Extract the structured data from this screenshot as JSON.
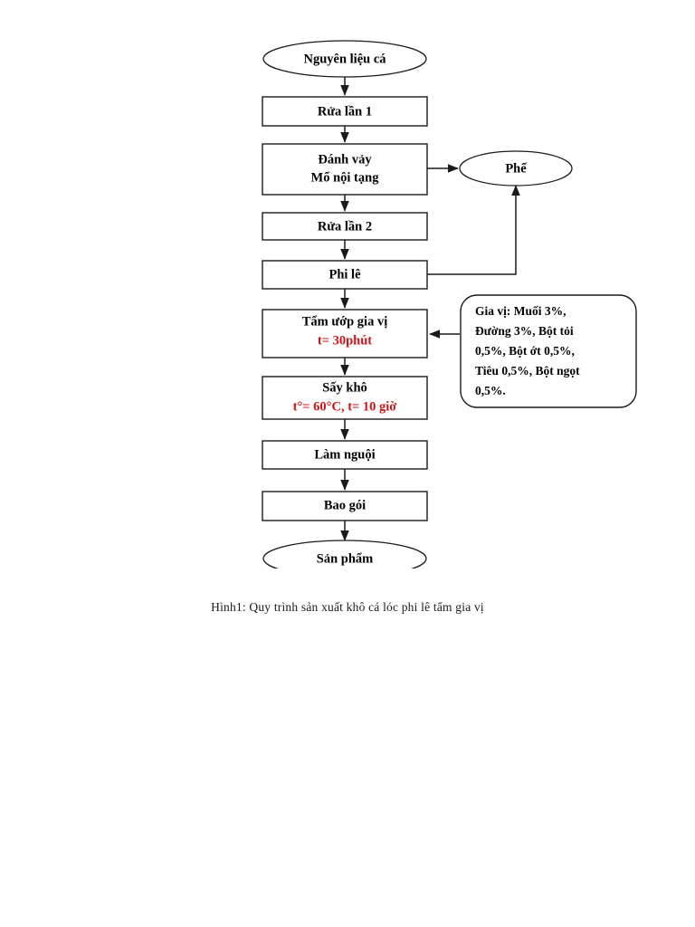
{
  "figure": {
    "caption": "Hình1: Quy trình sản xuất khô cá lóc phi lê tẩm gia vị",
    "accent_red": "#cc1414",
    "line_color": "#1a1a1a",
    "background": "#ffffff"
  },
  "chart_data": {
    "type": "diagram",
    "title": "Hình1: Quy trình sản xuất khô cá lóc phi lê tẩm gia vị",
    "nodes": [
      {
        "id": "start",
        "shape": "ellipse",
        "label": "Nguyên liệu cá"
      },
      {
        "id": "wash1",
        "shape": "rect",
        "label": "Rửa lần 1"
      },
      {
        "id": "scale",
        "shape": "rect",
        "label_line1": "Đánh vảy",
        "label_line2": "Mổ nội tạng"
      },
      {
        "id": "waste",
        "shape": "ellipse",
        "label": "Phế"
      },
      {
        "id": "wash2",
        "shape": "rect",
        "label": "Rửa lần 2"
      },
      {
        "id": "fillet",
        "shape": "rect",
        "label": "Phi lê"
      },
      {
        "id": "marinate",
        "shape": "rect",
        "label": "Tẩm ướp gia vị",
        "label_red": "t= 30phút"
      },
      {
        "id": "spices",
        "shape": "roundrect",
        "lines": [
          "Gia  vị:  Muối   3%,",
          "Đường  3%,  Bột  tỏi",
          "0,5%,  Bột  ớt  0,5%,",
          "Tiêu  0,5%,  Bột  ngọt",
          "0,5%."
        ]
      },
      {
        "id": "dry",
        "shape": "rect",
        "label": "Sấy khô",
        "label_red": "t°= 60°C, t= 10 giờ"
      },
      {
        "id": "cool",
        "shape": "rect",
        "label": "Làm nguội"
      },
      {
        "id": "pack",
        "shape": "rect",
        "label": "Bao gói"
      },
      {
        "id": "product",
        "shape": "ellipse",
        "label": "Sản phẩm"
      }
    ],
    "edges": [
      {
        "from": "start",
        "to": "wash1",
        "style": "arrow-down"
      },
      {
        "from": "wash1",
        "to": "scale",
        "style": "arrow-down"
      },
      {
        "from": "scale",
        "to": "waste",
        "style": "arrow-right"
      },
      {
        "from": "scale",
        "to": "wash2",
        "style": "arrow-down"
      },
      {
        "from": "wash2",
        "to": "fillet",
        "style": "arrow-down"
      },
      {
        "from": "fillet",
        "to": "waste",
        "style": "arrow-right-up"
      },
      {
        "from": "fillet",
        "to": "marinate",
        "style": "arrow-down"
      },
      {
        "from": "spices",
        "to": "marinate",
        "style": "arrow-left"
      },
      {
        "from": "marinate",
        "to": "dry",
        "style": "arrow-down"
      },
      {
        "from": "dry",
        "to": "cool",
        "style": "arrow-down"
      },
      {
        "from": "cool",
        "to": "pack",
        "style": "arrow-down"
      },
      {
        "from": "pack",
        "to": "product",
        "style": "arrow-down"
      }
    ]
  }
}
